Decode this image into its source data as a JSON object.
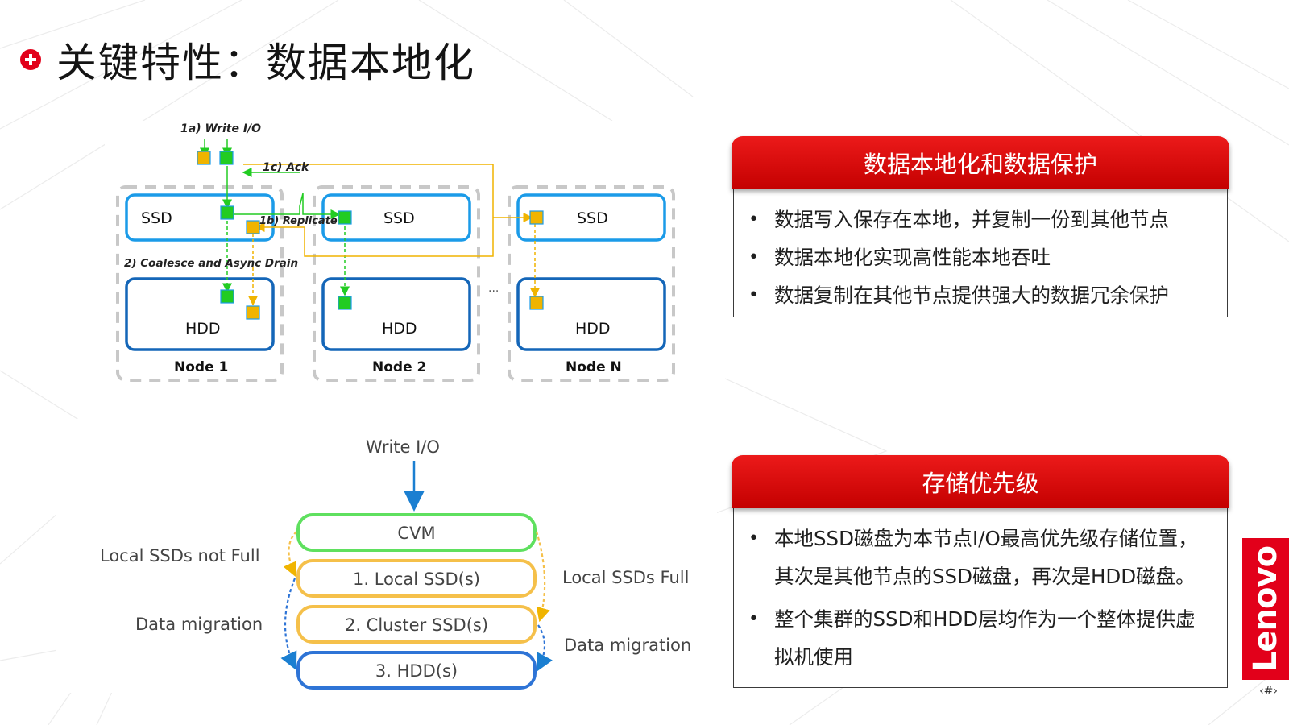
{
  "slide": {
    "title": "关键特性：数据本地化",
    "page_number": "‹#›",
    "colors": {
      "accent_red": "#e2001a",
      "header_red": "#d80c0c",
      "box_blue": "#1b9be8",
      "io_green": "#22cc22",
      "io_orange": "#f0b400"
    }
  },
  "top_diagram": {
    "labels": {
      "write_io": "1a) Write I/O",
      "ack": "1c) Ack",
      "replicate": "1b) Replicate",
      "coalesce": "2) Coalesce and Async Drain",
      "ellipsis": "..."
    },
    "nodes": [
      {
        "ssd": "SSD",
        "hdd": "HDD",
        "name": "Node 1"
      },
      {
        "ssd": "SSD",
        "hdd": "HDD",
        "name": "Node 2"
      },
      {
        "ssd": "SSD",
        "hdd": "HDD",
        "name": "Node N"
      }
    ]
  },
  "bottom_diagram": {
    "write_io": "Write I/O",
    "tiers": [
      "CVM",
      "1. Local SSD(s)",
      "2. Cluster SSD(s)",
      "3. HDD(s)"
    ],
    "left_labels": [
      "Local SSDs not Full",
      "Data migration"
    ],
    "right_labels": [
      "Local SSDs Full",
      "Data migration"
    ]
  },
  "panel1": {
    "header": "数据本地化和数据保护",
    "items": [
      "数据写入保存在本地，并复制一份到其他节点",
      "数据本地化实现高性能本地吞吐",
      "数据复制在其他节点提供强大的数据冗余保护"
    ]
  },
  "panel2": {
    "header": "存储优先级",
    "items": [
      "本地SSD磁盘为本节点I/O最高优先级存储位置，其次是其他节点的SSD磁盘，再次是HDD磁盘。",
      "整个集群的SSD和HDD层均作为一个整体提供虚拟机使用"
    ]
  },
  "logo": {
    "text": "Lenovo"
  }
}
